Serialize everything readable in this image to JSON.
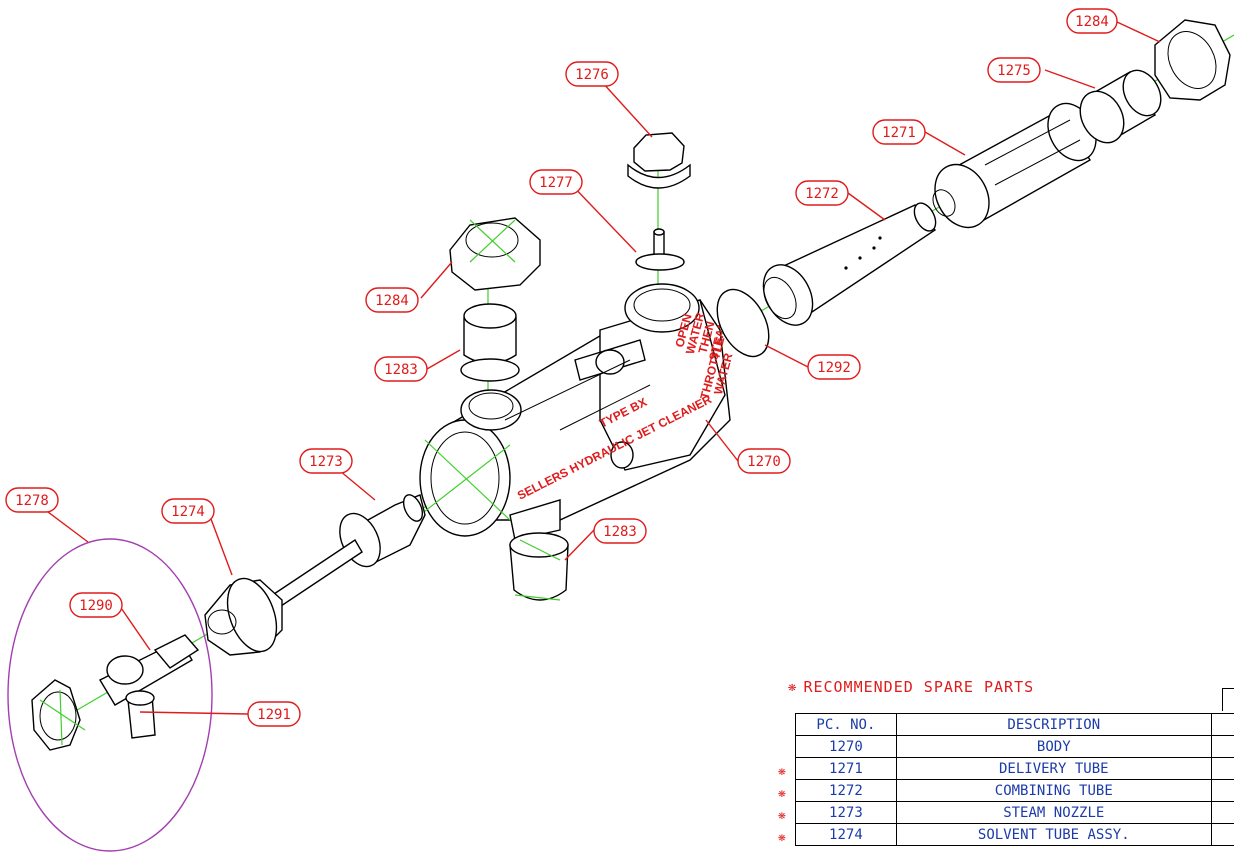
{
  "callouts": {
    "c1270": "1270",
    "c1271": "1271",
    "c1272": "1272",
    "c1273": "1273",
    "c1274": "1274",
    "c1275": "1275",
    "c1276": "1276",
    "c1277": "1277",
    "c1278": "1278",
    "c1283a": "1283",
    "c1283b": "1283",
    "c1284a": "1284",
    "c1284b": "1284",
    "c1290": "1290",
    "c1291": "1291",
    "c1292": "1292"
  },
  "body_markings": {
    "seller": "SELLERS HYDRAULIC JET CLEANER",
    "type": "TYPE BX",
    "instr1": "OPEN",
    "instr2": "WATER",
    "instr3": "THEN",
    "instr4": "STEAM",
    "instr5": "THROTTLE",
    "instr6": "WATER"
  },
  "spare_parts": {
    "title": "RECOMMENDED SPARE PARTS",
    "spare_symbol": "❋",
    "headers": {
      "pc_no": "PC. NO.",
      "description": "DESCRIPTION"
    },
    "rows": [
      {
        "pc_no": "1270",
        "description": "BODY",
        "spare": ""
      },
      {
        "pc_no": "1271",
        "description": "DELIVERY TUBE",
        "spare": "❋"
      },
      {
        "pc_no": "1272",
        "description": "COMBINING TUBE",
        "spare": "❋"
      },
      {
        "pc_no": "1273",
        "description": "STEAM NOZZLE",
        "spare": "❋"
      },
      {
        "pc_no": "1274",
        "description": "SOLVENT TUBE ASSY.",
        "spare": "❋"
      }
    ]
  },
  "colors": {
    "callout": "#e01b1b",
    "centerline": "#3ecf2a",
    "table_text": "#1c3ba8",
    "assembly_ellipse": "#a23fb0"
  }
}
